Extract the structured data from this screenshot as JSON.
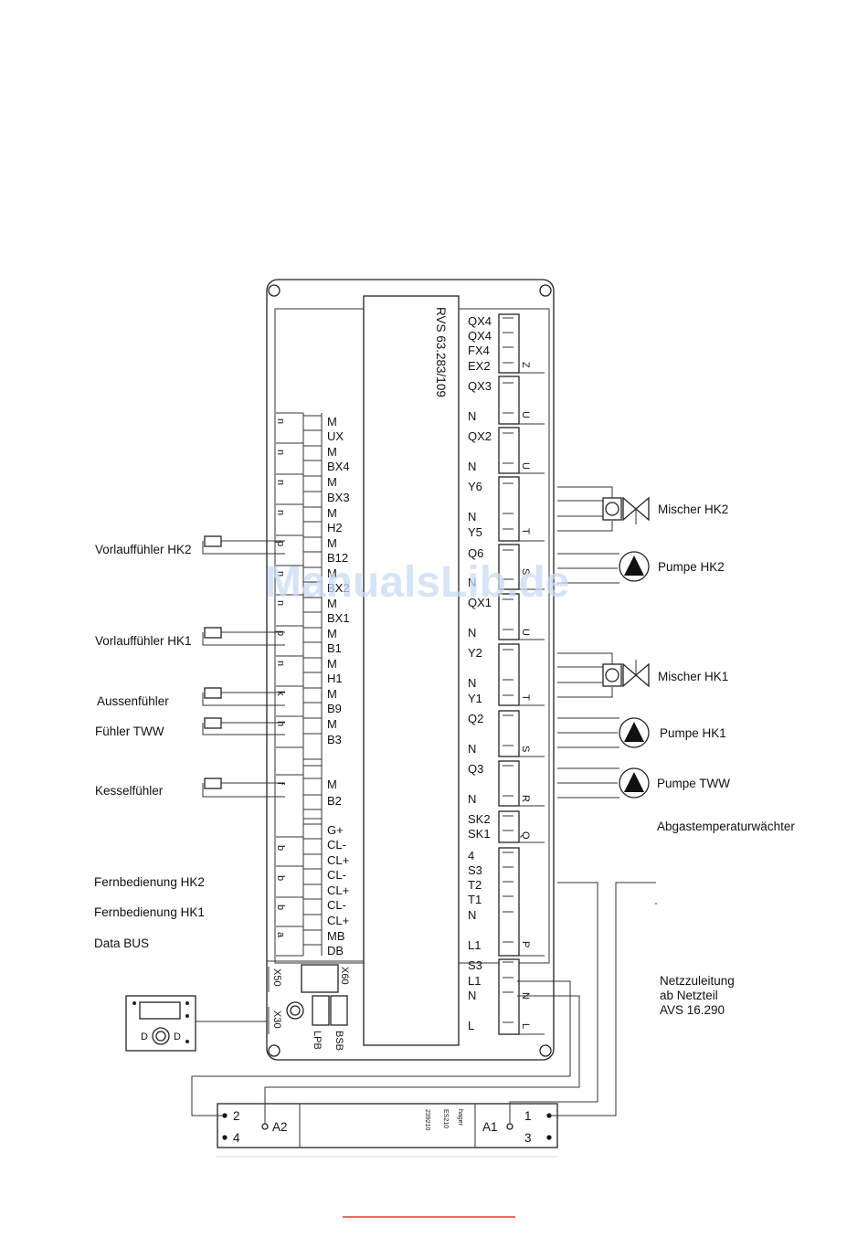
{
  "controller": {
    "model": "RVS 63.283/109",
    "connectors": {
      "x50": "X50",
      "x60": "X60",
      "x30": "X30",
      "lpb": "LPB",
      "bsb": "BSB"
    }
  },
  "left_terminals": [
    "M",
    "UX",
    "M",
    "BX4",
    "M",
    "BX3",
    "M",
    "H2",
    "M",
    "B12",
    "M",
    "BX2",
    "M",
    "BX1",
    "M",
    "B1",
    "M",
    "H1",
    "M",
    "B9",
    "M",
    "B3",
    "M",
    "B2",
    "G+",
    "CL-",
    "CL+",
    "CL-",
    "CL+",
    "CL-",
    "CL+",
    "MB",
    "DB"
  ],
  "left_letters": [
    "n",
    "n",
    "n",
    "n",
    "p",
    "n",
    "n",
    "p",
    "n",
    "k",
    "h",
    "f",
    "b",
    "b",
    "b",
    "a"
  ],
  "right_terminals": [
    "QX4",
    "QX4",
    "FX4",
    "EX2",
    "QX3",
    "N",
    "QX2",
    "N",
    "Y6",
    "N",
    "Y5",
    "Q6",
    "N",
    "QX1",
    "N",
    "Y2",
    "N",
    "Y1",
    "Q2",
    "N",
    "Q3",
    "N",
    "SK2",
    "SK1",
    "4",
    "S3",
    "T2",
    "T1",
    "N",
    "L1",
    "S3",
    "L1",
    "N",
    "L"
  ],
  "right_letters": [
    "Z",
    "U",
    "U",
    "T",
    "S",
    "U",
    "T",
    "S",
    "R",
    "Q",
    "P",
    "N",
    "L"
  ],
  "left_devices": [
    "Vorlauffühler HK2",
    "Vorlauffühler HK1",
    "Aussenfühler",
    "Fühler TWW",
    "Kesselfühler",
    "Fernbedienung HK2",
    "Fernbedienung HK1",
    "Data BUS"
  ],
  "right_devices": [
    "Mischer HK2",
    "Pumpe HK2",
    "Mischer HK1",
    "Pumpe HK1",
    "Pumpe TWW",
    "Abgastemperaturwächter"
  ],
  "power_note": [
    "Netzzuleitung",
    "ab Netzteil",
    "AVS 16.290"
  ],
  "relay": {
    "terminals": [
      "2",
      "4",
      "A2",
      "A1",
      "1",
      "3"
    ],
    "brand": "hager",
    "model": "ES210",
    "code": "239210"
  },
  "watermark": "ManualsLib.de"
}
